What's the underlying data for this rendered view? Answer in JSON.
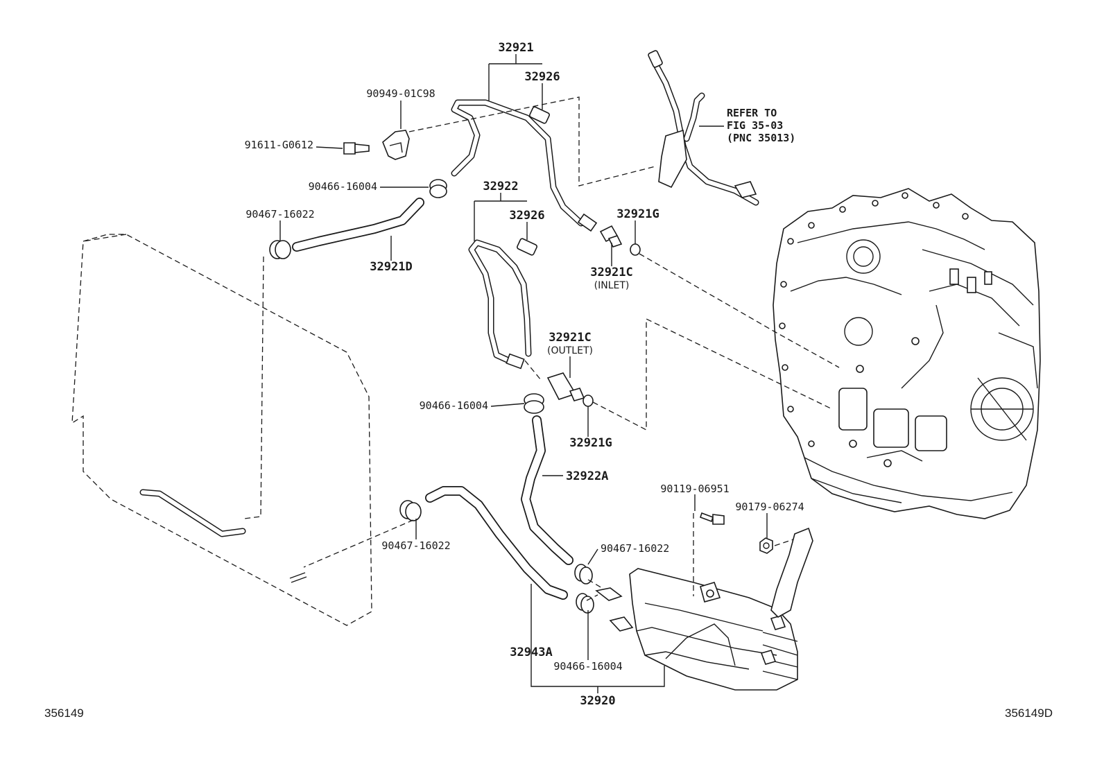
{
  "labels": {
    "p32921": "32921",
    "p32926_top": "32926",
    "p90949": "90949-01C98",
    "p91611": "91611-G0612",
    "p90466_top": "90466-16004",
    "p90467_top": "90467-16022",
    "p32921D": "32921D",
    "p32922": "32922",
    "p32926_mid": "32926",
    "p32921G_top": "32921G",
    "p32921C_inlet": "32921C",
    "inlet_note": "(INLET)",
    "p32921C_outlet": "32921C",
    "outlet_note": "(OUTLET)",
    "p90466_mid": "90466-16004",
    "p32921G_bot": "32921G",
    "p32922A": "32922A",
    "p90119": "90119-06951",
    "p90179": "90179-06274",
    "p90467_right": "90467-16022",
    "p90467_left": "90467-16022",
    "p32943A": "32943A",
    "p90466_bot": "90466-16004",
    "p32920": "32920",
    "refer_line1": "REFER TO",
    "refer_line2": "FIG 35-03",
    "refer_line3": "(PNC 35013)"
  },
  "footer": {
    "diagram_id_left": "356149",
    "diagram_id_right": "356149D"
  }
}
